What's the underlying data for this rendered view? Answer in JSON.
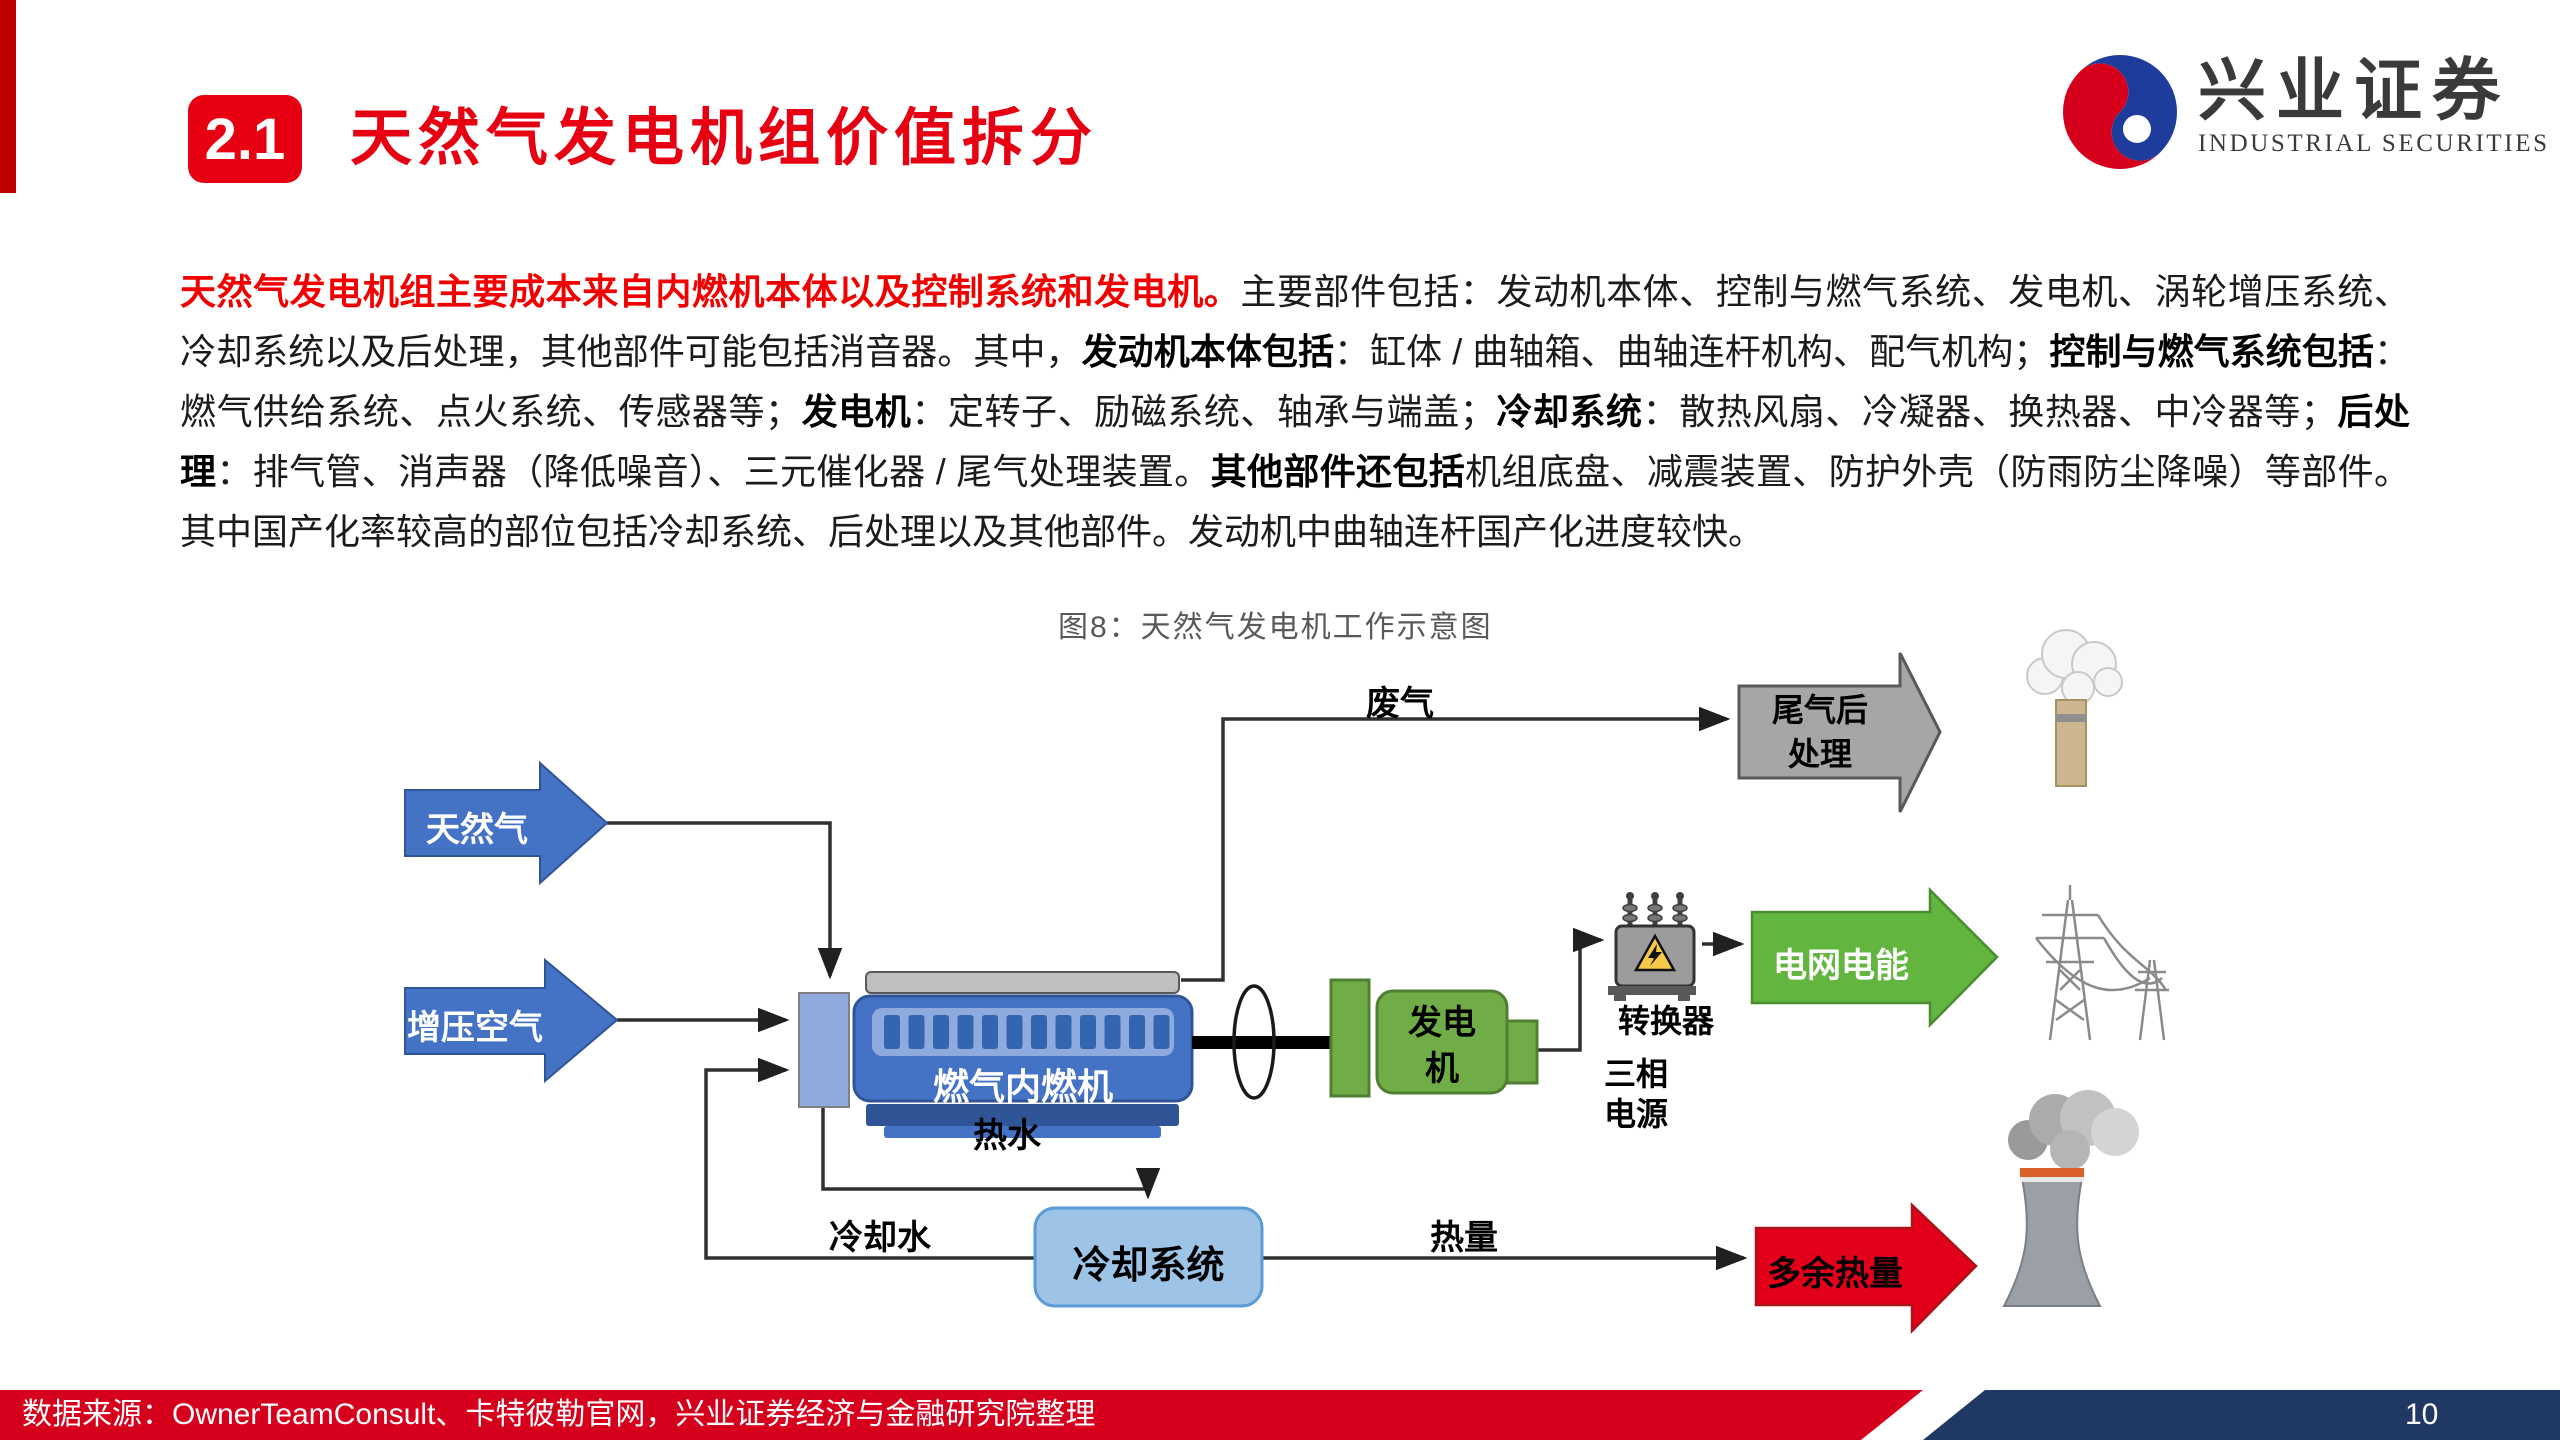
{
  "header": {
    "section_number": "2.1",
    "title": "天然气发电机组价值拆分"
  },
  "logo": {
    "name_cn": "兴业证券",
    "name_en": "INDUSTRIAL SECURITIES"
  },
  "paragraph": {
    "segments": [
      {
        "style": "leadred",
        "text": "天然气发电机组主要成本来自内燃机本体以及控制系统和发电机。"
      },
      {
        "style": "normal",
        "text": "主要部件包括：发动机本体、控制与燃气系统、发电机、涡轮增压系统、冷却系统以及后处理，其他部件可能包括消音器。其中，"
      },
      {
        "style": "bold",
        "text": "发动机本体包括"
      },
      {
        "style": "normal",
        "text": "：缸体 / 曲轴箱、曲轴连杆机构、配气机构；"
      },
      {
        "style": "bold",
        "text": "控制与燃气系统包括"
      },
      {
        "style": "normal",
        "text": "：燃气供给系统、点火系统、传感器等；"
      },
      {
        "style": "bold",
        "text": "发电机"
      },
      {
        "style": "normal",
        "text": "：定转子、励磁系统、轴承与端盖；"
      },
      {
        "style": "bold",
        "text": "冷却系统"
      },
      {
        "style": "normal",
        "text": "：散热风扇、冷凝器、换热器、中冷器等；"
      },
      {
        "style": "bold",
        "text": "后处理"
      },
      {
        "style": "normal",
        "text": "：排气管、消声器（降低噪音）、三元催化器 / 尾气处理装置。"
      },
      {
        "style": "bold",
        "text": "其他部件还包括"
      },
      {
        "style": "normal",
        "text": "机组底盘、减震装置、防护外壳（防雨防尘降噪）等部件。其中国产化率较高的部位包括冷却系统、后处理以及其他部件。发动机中曲轴连杆国产化进度较快。"
      }
    ]
  },
  "figure": {
    "caption": "图8：天然气发电机工作示意图",
    "labels": {
      "natural_gas": "天然气",
      "charged_air": "增压空气",
      "engine": "燃气内燃机",
      "exhaust_gas": "废气",
      "aftertreatment_l1": "尾气后",
      "aftertreatment_l2": "处理",
      "generator_l1": "发电",
      "generator_l2": "机",
      "converter": "转换器",
      "three_phase_l1": "三相",
      "three_phase_l2": "电源",
      "grid_power": "电网电能",
      "hot_water": "热水",
      "cooling_water": "冷却水",
      "cooling_system": "冷却系统",
      "heat": "热量",
      "excess_heat": "多余热量"
    }
  },
  "footer": {
    "source": "数据来源：OwnerTeamConsult、卡特彼勒官网，兴业证券经济与金融研究院整理",
    "page_number": "10"
  },
  "colors": {
    "accent-red": "#E60012",
    "stripe-red": "#C00000",
    "para-red": "#F20000",
    "footer-red": "#D6001C",
    "footer-navy": "#1F3864",
    "arrow-blue": "#4472C4",
    "blue-dark": "#2F5597",
    "blue-light": "#8FAADC",
    "green": "#70AD47",
    "green-dark": "#507E32",
    "grid-green": "#62B53E",
    "gray-arrow": "#A6A6A6",
    "red-arrow": "#E3001B",
    "cooling-blue": "#9DC3E6",
    "logo-red": "#D6001C",
    "logo-blue": "#1E3C9C"
  }
}
